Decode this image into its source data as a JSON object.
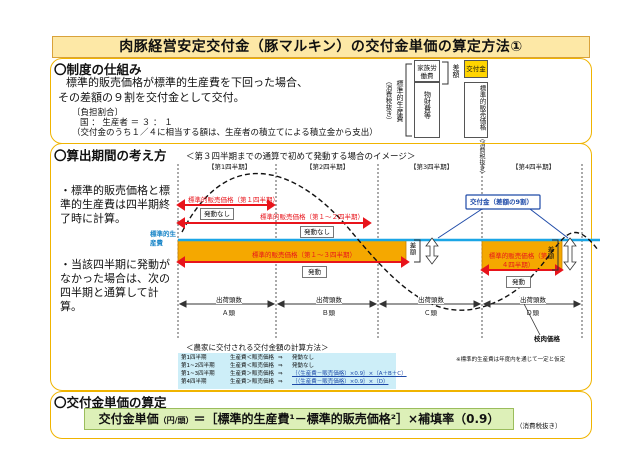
{
  "title": "肉豚経営安定交付金（豚マルキン）の交付金単価の算定方法①",
  "system": {
    "heading": "〇制度の仕組み",
    "desc_line1": "標準的販売価格が標準的生産費を下回った場合、",
    "desc_line2": "その差額の９割を交付金として交付。",
    "burden_title": "〔負担割合〕",
    "burden_ratio": "国 ： 生産者 ＝ ３ ： １",
    "burden_note": "（交付金のうち１／４に相当する額は、生産者の積立てによる積立金から支出）",
    "diagram": {
      "cost_label": "標準的生産費",
      "cost_note": "（消費税抜き）",
      "family_label": "家族労働費",
      "property_label": "物財費等",
      "diff_label": "差額",
      "grant_label": "交付金",
      "price_label": "標準的販売価格",
      "price_note": "（消費税抜き）"
    }
  },
  "period": {
    "heading": "〇算出期間の考え方",
    "image_caption": "＜第３四半期までの通算で初めて発動する場合のイメージ＞",
    "left_text1": "・標準的販売価格と標準的生産費は四半期終了時に計算。",
    "left_text2": "・当該四半期に発動がなかった場合は、次の四半期と通算して計算。",
    "quarters": [
      "【第1四半期】",
      "【第2四半期】",
      "【第3四半期】",
      "【第4四半期】"
    ],
    "std_cost_label": "標準的生産費",
    "price_q1": "標準的販売価格（第１四半期）",
    "price_q12": "標準的販売価格（第１～２四半期）",
    "price_q13": "標準的販売価格（第１～３四半期）",
    "price_q4": "標準的販売価格（第４四半期）",
    "no_trigger": "発動なし",
    "trigger": "発動",
    "diff": "差額",
    "grant_callout": "交付金（差額の9割）",
    "shipments": [
      "出荷頭数",
      "Ａ頭",
      "出荷頭数",
      "Ｂ頭",
      "出荷頭数",
      "Ｃ頭",
      "出荷頭数",
      "Ｄ頭"
    ],
    "hog_price": "枝肉価格",
    "calc_caption": "＜農家に交付される交付金額の計算方法＞",
    "calc_rows": [
      [
        "第1四半期",
        "生産費＜販売価格",
        "⇒",
        "発動なし"
      ],
      [
        "第1~2四半期",
        "生産費＜販売価格",
        "⇒",
        "発動なし"
      ],
      [
        "第1~3四半期",
        "生産費＞販売価格",
        "⇒",
        "｛（生産費－販売価格）×0.9｝×（A＋B＋C）"
      ],
      [
        "第4四半期",
        "生産費＞販売価格",
        "⇒",
        "｛（生産費－販売価格）×0.9｝×（D）"
      ]
    ],
    "footnote": "※標準的生産費は年度内を通じて一定と仮定"
  },
  "unit": {
    "heading": "〇交付金単価の算定",
    "formula_label": "交付金単価",
    "formula_unit": "（円/頭）",
    "formula_body": "＝［標準的生産費¹－標準的販売価格²］×補填率（0.9）",
    "formula_note": "（消費税抜き）"
  },
  "colors": {
    "accent_border": "#f0b400",
    "title_bg": "#fde8a6",
    "orange_band": "#f5a800",
    "red_arrow": "#e8141b",
    "blue_line": "#1aa6e6",
    "formula_bg": "#ddf0b8"
  }
}
